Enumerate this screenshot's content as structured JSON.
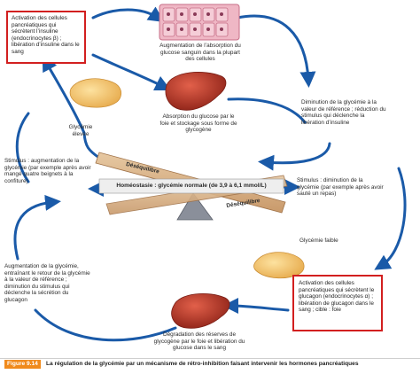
{
  "insulin_box": "Activation des cellules pancréatiques qui sécrètent l’insuline (endocrinocytes β) ; libération d’insuline dans le sang",
  "cells_caption": "Augmentation de l’absorption du glucose sanguin dans la plupart des cellules",
  "liver_top_caption": "Absorption du glucose par le foie et stockage sous forme de glycogène",
  "feedback_top": "Diminution de la glycémie à la valeur de référence ; réduction du stimulus qui déclenche la libération d’insuline",
  "glycemie_elevee": "Glycémie élevée",
  "stimulus_high": "Stimulus : augmentation de la glycémie (par exemple après avoir mangé quatre beignets à la confiture)",
  "seesaw_top": "Déséquilibre",
  "homeostasis": "Homéostasie : glycémie normale (de 3,9 à 6,1 mmol/L)",
  "seesaw_bottom": "Déséquilibre",
  "stimulus_low": "Stimulus : diminution de la glycémie (par exemple après avoir sauté un repas)",
  "glycemie_faible": "Glycémie faible",
  "feedback_bottom": "Augmentation de la glycémie, entraînant le retour de la glycémie à la valeur de référence ; diminution du stimulus qui déclenche la sécrétion du glucagon",
  "glucagon_box": "Activation des cellules pancréatiques qui sécrètent le glucagon (endocrinocytes α) ; libération de glucagon dans le sang ; cible : foie",
  "liver_bottom_caption": "Dégradation des réserves de glycogène par le foie et libération du glucose dans le sang",
  "figure_label": "Figure 9.14",
  "figure_caption": "La régulation de la glycémie par un mécanisme de rétro-inhibition faisant intervenir les hormones pancréatiques",
  "colors": {
    "arrow": "#1a5aa8",
    "box_border": "#d21f1f",
    "seesaw": "#d9b48c",
    "liver": "#c0392b",
    "pancreas": "#f3c36a",
    "cells": "#e7a2b4",
    "caption_label": "#f08a1c"
  }
}
